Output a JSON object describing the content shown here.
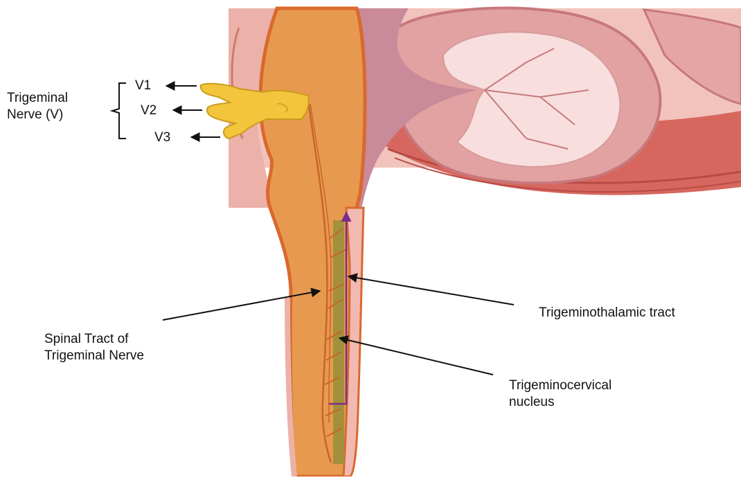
{
  "labels": {
    "trigeminal_nerve": {
      "line1": "Trigeminal",
      "line2": "Nerve (V)"
    },
    "branches": {
      "v1": "V1",
      "v2": "V2",
      "v3": "V3"
    },
    "spinal_tract": {
      "line1": "Spinal Tract of",
      "line2": "Trigeminal Nerve"
    },
    "trigeminothalamic_tract": "Trigeminothalamic tract",
    "trigeminocervical_nucleus": {
      "line1": "Trigeminocervical",
      "line2": "nucleus"
    }
  },
  "colors": {
    "brainstem": "#e79a4f",
    "brainstem_edge": "#d9692e",
    "cerebellum_outer": "#e3a2a2",
    "cerebellum_inner": "#f8dede",
    "nerve": "#f2c53c",
    "nucleus_column": "#9a8f3a",
    "tract_arrow": "#7b2d8e",
    "fourth_ventricle": "#c98a9a",
    "muscle": "#d7675e"
  }
}
